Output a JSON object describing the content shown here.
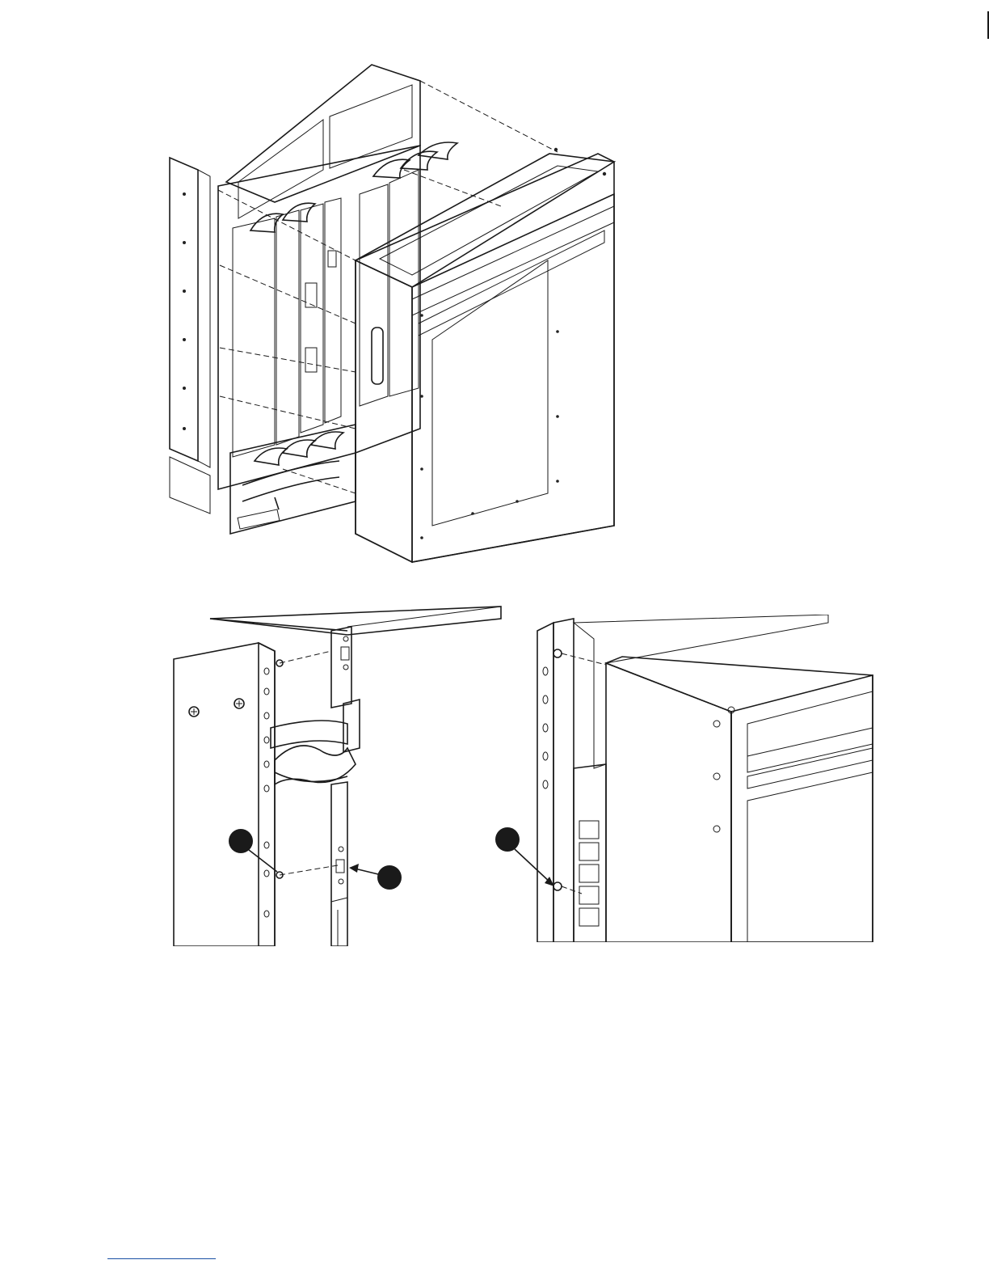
{
  "figures": {
    "main": {
      "icon": "chassis-door-installation-illustration"
    },
    "left_detail": {
      "icon": "door-hinge-detail-illustration"
    },
    "right_detail": {
      "icon": "door-mounting-pin-detail-illustration"
    }
  },
  "callout_color": "#1a1a1a",
  "footer_link_color": "#1a4fa3"
}
